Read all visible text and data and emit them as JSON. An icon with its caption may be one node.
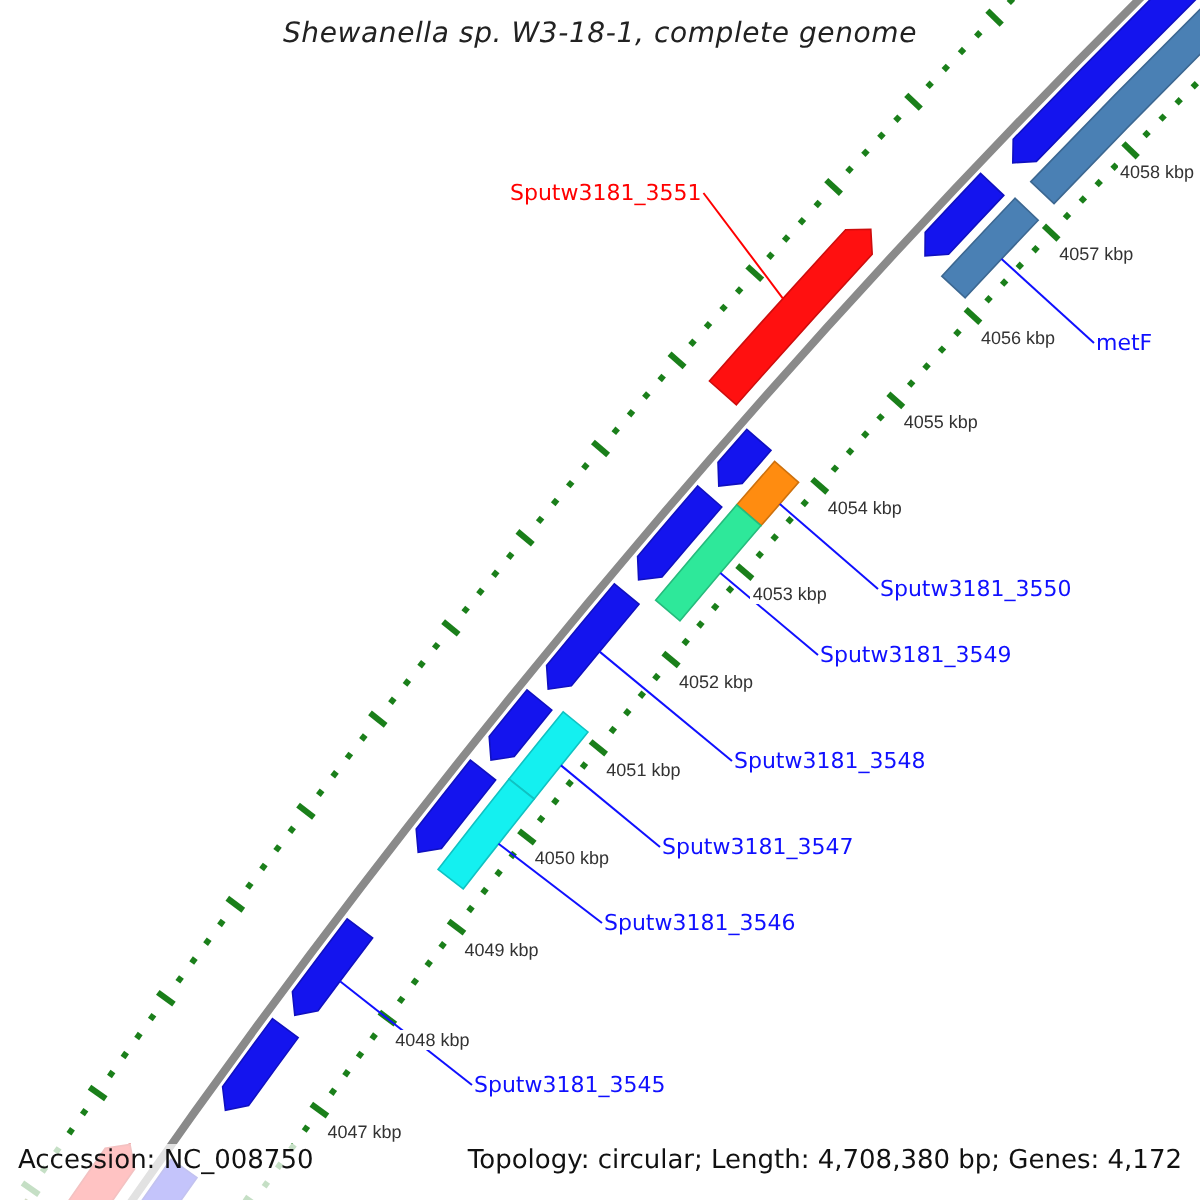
{
  "diagram": {
    "title": "Shewanella sp. W3-18-1, complete genome",
    "nodes": [
      {
        "text": [
          "Sputw3181_3551"
        ]
      },
      {
        "text": [
          "metF"
        ]
      },
      {
        "text": [
          "Sputw3181_3550"
        ]
      },
      {
        "text": [
          "Sputw3181_3549"
        ]
      },
      {
        "text": [
          "Sputw3181_3548"
        ]
      },
      {
        "text": [
          "Sputw3181_3547"
        ]
      },
      {
        "text": [
          "Sputw3181_3546"
        ]
      },
      {
        "text": [
          "Sputw3181_3545"
        ]
      },
      {
        "text": [],
        "shape": "pentagon"
      },
      {
        "text": [],
        "shape": "bar"
      },
      {
        "text": [],
        "shape": "pentagon"
      },
      {
        "text": [],
        "shape": "bar"
      },
      {
        "text": [],
        "shape": "pentagon"
      },
      {
        "text": [],
        "shape": "pentagon"
      },
      {
        "text": [],
        "shape": "bar"
      },
      {
        "text": [],
        "shape": "pentagon"
      },
      {
        "text": [],
        "shape": "bar"
      },
      {
        "text": [],
        "shape": "pentagon"
      },
      {
        "text": [],
        "shape": "pentagon"
      },
      {
        "text": [],
        "shape": "bar"
      },
      {
        "text": [],
        "shape": "pentagon"
      },
      {
        "text": [],
        "shape": "bar"
      },
      {
        "text": [],
        "shape": "pentagon"
      },
      {
        "text": [],
        "shape": "pentagon"
      },
      {
        "text": [],
        "shape": "pentagon"
      },
      {
        "text": [],
        "shape": "pentagon"
      },
      {
        "text": [],
        "shape": "bar"
      }
    ],
    "edges": [
      {
        "from": 0,
        "to": 12,
        "arrow": "none",
        "color": "#ff0000"
      },
      {
        "from": 1,
        "to": 11,
        "arrow": "none"
      },
      {
        "from": 2,
        "to": 14,
        "arrow": "none"
      },
      {
        "from": 3,
        "to": 16,
        "arrow": "none"
      },
      {
        "from": 4,
        "to": 17,
        "arrow": "none"
      },
      {
        "from": 5,
        "to": 19,
        "arrow": "none"
      },
      {
        "from": 6,
        "to": 21,
        "arrow": "none"
      },
      {
        "from": 7,
        "to": 22,
        "arrow": "none"
      }
    ],
    "labels": [
      "4058 kbp",
      "4057 kbp",
      "4056 kbp",
      "4055 kbp",
      "4054 kbp",
      "4053 kbp",
      "4052 kbp",
      "4051 kbp",
      "4050 kbp",
      "4049 kbp",
      "4048 kbp",
      "4047 kbp",
      "Accession: NC_008750",
      "Topology: circular; Length: 4,708,380 bp; Genes: 4,172"
    ]
  }
}
